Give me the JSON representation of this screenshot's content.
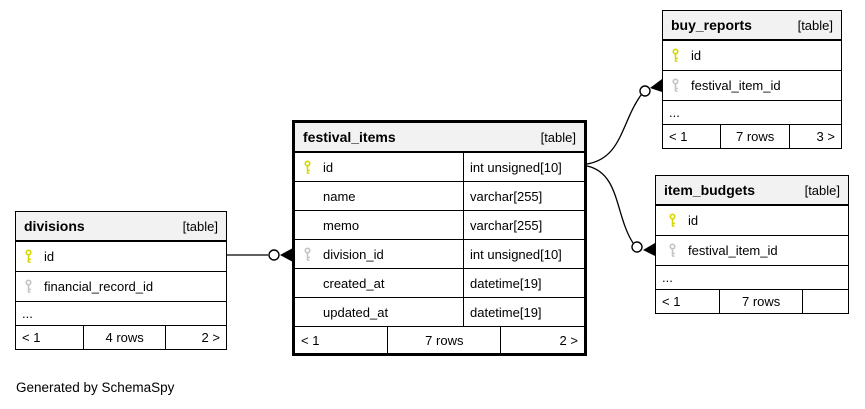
{
  "note": "Generated by SchemaSpy",
  "colors": {
    "pk-key": "#d6d600",
    "fk-key": "#c4c4c4",
    "header-bg": "#f2f2f2",
    "edge": "#000000"
  },
  "tables": {
    "divisions": {
      "name": "divisions",
      "badge": "[table]",
      "columns": [
        {
          "name": "id",
          "key": "primary"
        },
        {
          "name": "financial_record_id",
          "key": "foreign"
        }
      ],
      "ellipsis": "...",
      "pager": {
        "prev": "< 1",
        "count": "4 rows",
        "next": "2 >"
      }
    },
    "festival_items": {
      "name": "festival_items",
      "badge": "[table]",
      "columns": [
        {
          "name": "id",
          "type": "int unsigned[10]",
          "key": "primary"
        },
        {
          "name": "name",
          "type": "varchar[255]",
          "key": "none"
        },
        {
          "name": "memo",
          "type": "varchar[255]",
          "key": "none"
        },
        {
          "name": "division_id",
          "type": "int unsigned[10]",
          "key": "foreign"
        },
        {
          "name": "created_at",
          "type": "datetime[19]",
          "key": "none"
        },
        {
          "name": "updated_at",
          "type": "datetime[19]",
          "key": "none"
        }
      ],
      "pager": {
        "prev": "< 1",
        "count": "7 rows",
        "next": "2 >"
      }
    },
    "buy_reports": {
      "name": "buy_reports",
      "badge": "[table]",
      "columns": [
        {
          "name": "id",
          "key": "primary"
        },
        {
          "name": "festival_item_id",
          "key": "foreign"
        }
      ],
      "ellipsis": "...",
      "pager": {
        "prev": "< 1",
        "count": "7 rows",
        "next": "3 >"
      }
    },
    "item_budgets": {
      "name": "item_budgets",
      "badge": "[table]",
      "columns": [
        {
          "name": "id",
          "key": "primary"
        },
        {
          "name": "festival_item_id",
          "key": "foreign"
        }
      ],
      "ellipsis": "...",
      "pager": {
        "prev": "< 1",
        "count": "7 rows",
        "next": ""
      }
    }
  },
  "relationships": [
    {
      "from": "divisions.id",
      "to": "festival_items.division_id"
    },
    {
      "from": "festival_items.id",
      "to": "buy_reports.festival_item_id"
    },
    {
      "from": "festival_items.id",
      "to": "item_budgets.festival_item_id"
    }
  ]
}
